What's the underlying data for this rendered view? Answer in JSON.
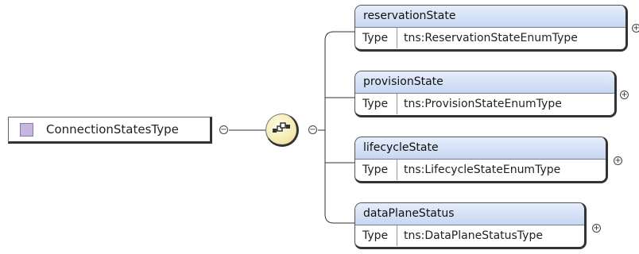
{
  "root": {
    "name": "ConnectionStatesType",
    "icon": "complex-type-icon"
  },
  "toggles": {
    "collapse_symbol": "−",
    "expand_symbol": "+"
  },
  "sequence": {
    "icon": "sequence-compositor-icon"
  },
  "elements": [
    {
      "name": "reservationState",
      "type_label": "Type",
      "type_value": "tns:ReservationStateEnumType"
    },
    {
      "name": "provisionState",
      "type_label": "Type",
      "type_value": "tns:ProvisionStateEnumType"
    },
    {
      "name": "lifecycleState",
      "type_label": "Type",
      "type_value": "tns:LifecycleStateEnumType"
    },
    {
      "name": "dataPlaneStatus",
      "type_label": "Type",
      "type_value": "tns:DataPlaneStatusType"
    }
  ],
  "colors": {
    "element_header": "#c7d6f1",
    "type_icon": "#c7b6df",
    "sequence_node": "#f5edb5"
  }
}
